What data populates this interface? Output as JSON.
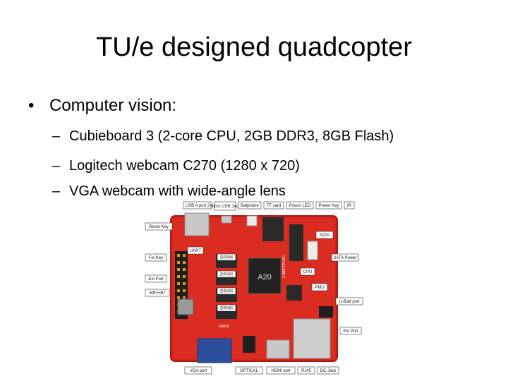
{
  "slide": {
    "title": "TU/e designed quadcopter",
    "bullet_dot": "•",
    "bullet": "Computer vision:",
    "dash": "–",
    "sub_items": [
      "Cubieboard 3 (2-core CPU, 2GB DDR3, 8GB Flash)",
      "Logitech webcam C270 (1280 x 720)",
      "VGA webcam with wide-angle lens"
    ]
  },
  "board": {
    "callouts": {
      "usb_a_port2": "USB A port 2",
      "micro_usb": "Micro USB Jack",
      "bat_power": "Batphone",
      "tf_card": "TF card",
      "power_led": "Power LED",
      "power_key": "Power Key",
      "ir": "IR",
      "reset_key": "Reset Key",
      "uart": "UART",
      "fel_key": "Fel Key",
      "ext_port_left": "Ext Port",
      "wifi_bt": "WIFI+BT",
      "sata": "SATA",
      "sata_power": "SATA Power",
      "cpu": "CPU",
      "pmu": "PMU",
      "li_batt": "Li-Batt port",
      "ext_port_right": "Ext Port",
      "vga_port": "VGA port",
      "optical": "OPTICAL",
      "hdmi_port": "HDMI port",
      "rj45": "RJ45",
      "dc_jack": "DC Jack",
      "dram": "DRAM",
      "chip_a20": "A20",
      "brand": "CUBIETRUCK",
      "brand_small": "sterol"
    },
    "colors": {
      "pcb": "#d8261c",
      "pcb_dark": "#b81a12",
      "chip": "#2a2a2a",
      "connector_blue": "#2d4e9c",
      "metal": "#c8c8c8"
    }
  }
}
